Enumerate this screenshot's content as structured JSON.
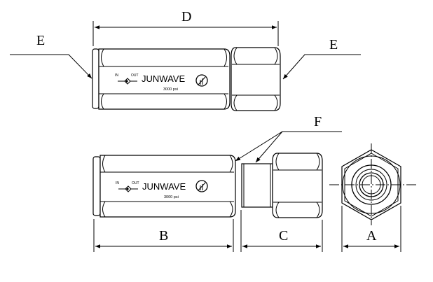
{
  "labels": {
    "a": "A",
    "b": "B",
    "c": "C",
    "d": "D",
    "e_left": "E",
    "e_right": "E",
    "f": "F"
  },
  "valve": {
    "brand": "JUNWAVE",
    "pressure": "3000 psi",
    "in_label": "IN",
    "out_label": "OUT"
  },
  "icons": [
    "dimension-arrow-icon",
    "flow-symbol-icon",
    "logo-circle-icon"
  ],
  "colors": {
    "line": "#000000",
    "background": "#ffffff"
  }
}
